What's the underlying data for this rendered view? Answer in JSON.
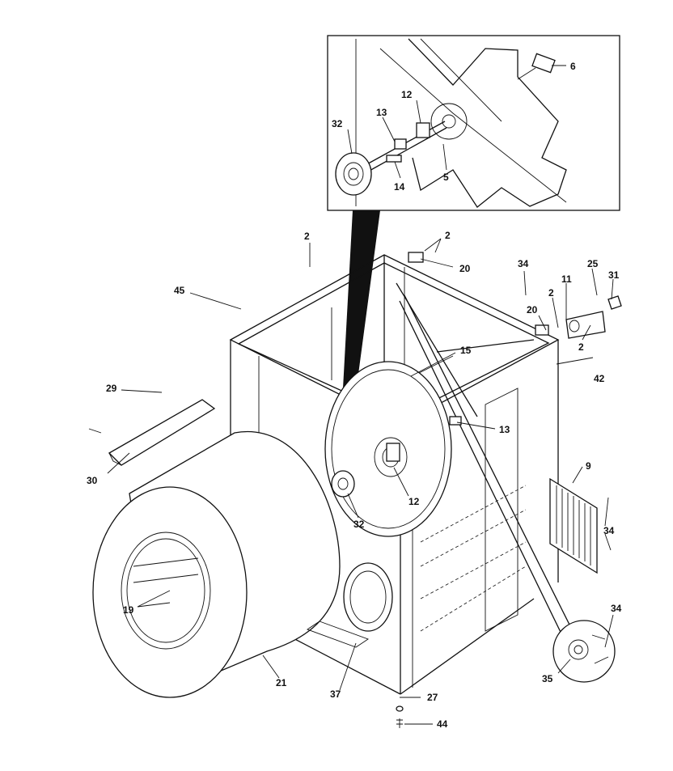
{
  "callouts": {
    "c2a": "2",
    "c2b": "2",
    "c2c": "2",
    "c2d": "2",
    "c5": "5",
    "c6": "6",
    "c9": "9",
    "c11": "11",
    "c12a": "12",
    "c12b": "12",
    "c13a": "13",
    "c13b": "13",
    "c14": "14",
    "c15": "15",
    "c19": "19",
    "c20a": "20",
    "c20b": "20",
    "c21": "21",
    "c25": "25",
    "c27": "27",
    "c29": "29",
    "c30": "30",
    "c31": "31",
    "c32a": "32",
    "c32b": "32",
    "c34a": "34",
    "c34b": "34",
    "c34c": "34",
    "c35": "35",
    "c37": "37",
    "c42": "42",
    "c44": "44",
    "c45": "45"
  }
}
